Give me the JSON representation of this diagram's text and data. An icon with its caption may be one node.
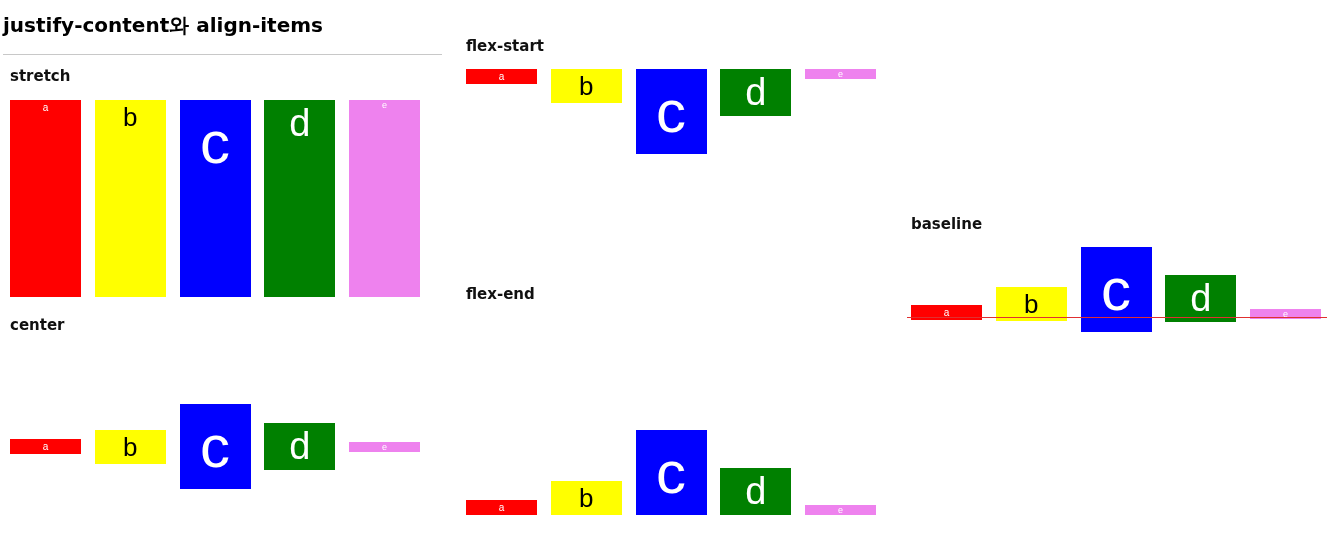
{
  "diagram": {
    "title": "justify-content와 align-items",
    "nodes": [
      {
        "text": [
          "a"
        ]
      },
      {
        "text": [
          "b"
        ]
      },
      {
        "text": [
          "c"
        ]
      },
      {
        "text": [
          "d"
        ]
      },
      {
        "text": [
          "e"
        ]
      },
      {
        "text": [
          "a"
        ]
      },
      {
        "text": [
          "b"
        ]
      },
      {
        "text": [
          "c"
        ]
      },
      {
        "text": [
          "d"
        ]
      },
      {
        "text": [
          "e"
        ]
      },
      {
        "text": [
          "a"
        ]
      },
      {
        "text": [
          "b"
        ]
      },
      {
        "text": [
          "c"
        ]
      },
      {
        "text": [
          "d"
        ]
      },
      {
        "text": [
          "e"
        ]
      },
      {
        "text": [
          "a"
        ]
      },
      {
        "text": [
          "b"
        ]
      },
      {
        "text": [
          "c"
        ]
      },
      {
        "text": [
          "d"
        ]
      },
      {
        "text": [
          "e"
        ]
      },
      {
        "text": [
          "a"
        ]
      },
      {
        "text": [
          "b"
        ]
      },
      {
        "text": [
          "c"
        ]
      },
      {
        "text": [
          "d"
        ]
      },
      {
        "text": [
          "e"
        ]
      }
    ],
    "labels": [
      "stretch",
      "center",
      "flex-start",
      "flex-end",
      "baseline"
    ]
  }
}
